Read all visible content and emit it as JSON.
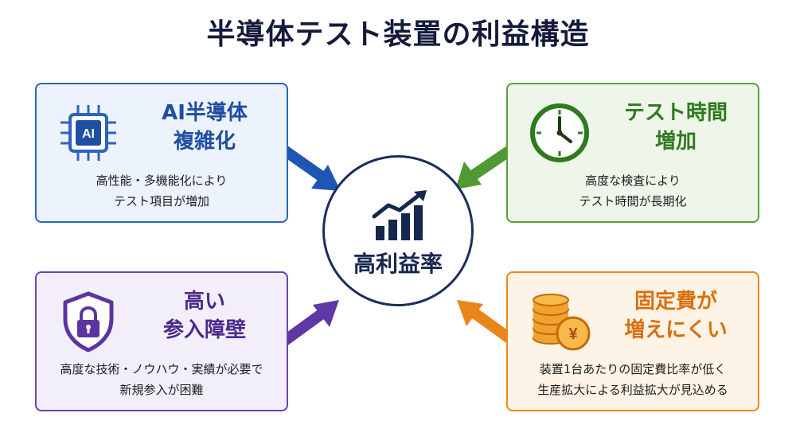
{
  "title": "半導体テスト装置の利益構造",
  "center": {
    "label": "高利益率",
    "icon": "bar-chart-up-icon"
  },
  "cards": {
    "top_left": {
      "icon": "ai-chip-icon",
      "icon_text": "AI",
      "heading_line1": "AI半導体",
      "heading_line2": "複雑化",
      "desc_line1": "高性能・多機能化により",
      "desc_line2": "テスト項目が増加",
      "color": "#2f63c0"
    },
    "top_right": {
      "icon": "clock-icon",
      "heading_line1": "テスト時間",
      "heading_line2": "増加",
      "desc_line1": "高度な検査により",
      "desc_line2": "テスト時間が長期化",
      "color": "#56a33b"
    },
    "bottom_left": {
      "icon": "shield-lock-icon",
      "heading_line1": "高い",
      "heading_line2": "参入障壁",
      "desc_line1": "高度な技術・ノウハウ・実績が必要で",
      "desc_line2": "新規参入が困難",
      "color": "#6a44b0"
    },
    "bottom_right": {
      "icon": "coins-yen-icon",
      "icon_text": "¥",
      "heading_line1": "固定費が",
      "heading_line2": "増えにくい",
      "desc_line1": "装置1台あたりの固定費比率が低く",
      "desc_line2": "生産拡大による利益拡大が見込める",
      "color": "#ec8a1c"
    }
  }
}
